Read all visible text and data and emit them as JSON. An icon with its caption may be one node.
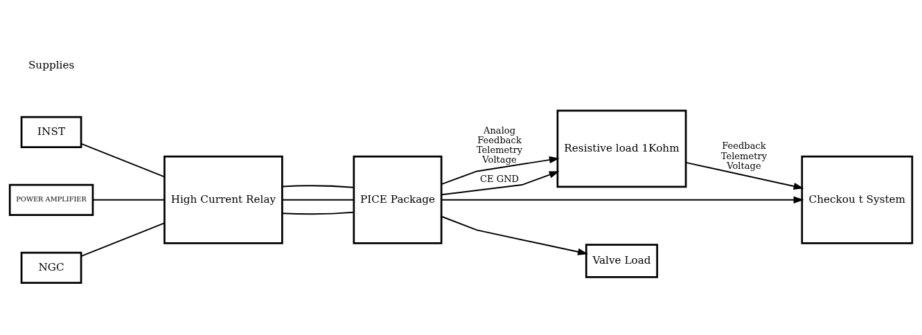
{
  "diagram": {
    "nodes": [
      {
        "text": [
          "INST"
        ]
      },
      {
        "text": [
          "POWER AMPLIFIER"
        ]
      },
      {
        "text": [
          "NGC"
        ]
      },
      {
        "text": [
          "High Current Relay"
        ]
      },
      {
        "text": [
          "PICE Package"
        ]
      },
      {
        "text": [
          "Resistive load 1Kohm"
        ]
      },
      {
        "text": [
          "Checkou t System"
        ]
      },
      {
        "text": [
          "Valve Load"
        ]
      }
    ],
    "edges": [
      {
        "from": 0,
        "to": 3,
        "arrow": "none"
      },
      {
        "from": 1,
        "to": 3,
        "arrow": "none"
      },
      {
        "from": 2,
        "to": 3,
        "arrow": "none"
      },
      {
        "from": 3,
        "to": 4,
        "arrow": "none"
      },
      {
        "from": 3,
        "to": 4,
        "arrow": "none"
      },
      {
        "from": 3,
        "to": 4,
        "arrow": "none"
      },
      {
        "from": 4,
        "to": 5,
        "arrow": "to",
        "label": "Analog Feedback Telemetry Voltage"
      },
      {
        "from": 4,
        "to": 5,
        "arrow": "to",
        "label": "CE GND"
      },
      {
        "from": 4,
        "to": 6,
        "arrow": "to"
      },
      {
        "from": 5,
        "to": 6,
        "arrow": "to",
        "label": "Feedback Telemetry Voltage"
      },
      {
        "from": 4,
        "to": 7,
        "arrow": "to"
      }
    ],
    "labels": [
      "Supplies"
    ]
  }
}
